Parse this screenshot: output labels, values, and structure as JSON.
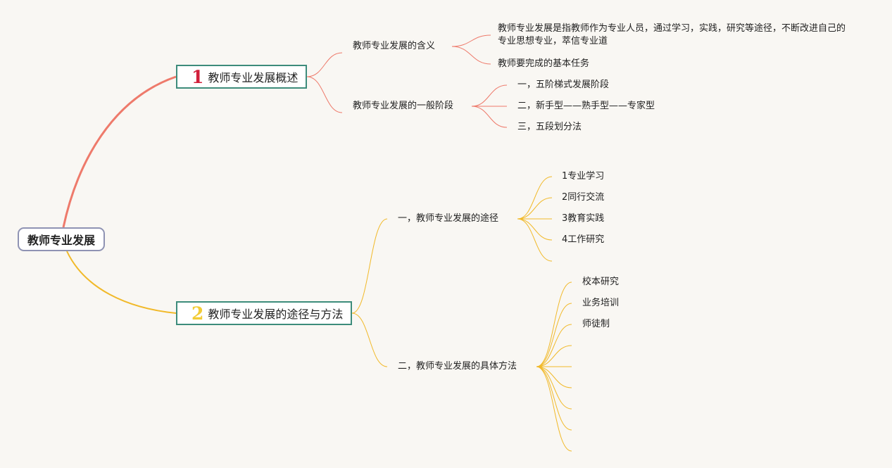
{
  "root": {
    "label": "教师专业发展"
  },
  "branches": [
    {
      "number": "1",
      "label": "教师专业发展概述",
      "color": "#ee7a6b",
      "number_color": "#d11f3a",
      "children": [
        {
          "label": "教师专业发展的含义",
          "children": [
            "教师专业发展是指教师作为专业人员，通过学习，实践，研究等途径，不断改进自己的专业思想专业，萃信专业道",
            "教师要完成的基本任务"
          ]
        },
        {
          "label": "教师专业发展的一般阶段",
          "children": [
            "一，五阶梯式发展阶段",
            "二，新手型——熟手型——专家型",
            "三，五段划分法"
          ]
        }
      ]
    },
    {
      "number": "2",
      "label": "教师专业发展的途径与方法",
      "color": "#f1b929",
      "number_color": "#f2cc36",
      "children": [
        {
          "label": "一，教师专业发展的途径",
          "children": [
            "1专业学习",
            "2同行交流",
            "3教育实践",
            "4工作研究",
            ""
          ]
        },
        {
          "label": "二，教师专业发展的具体方法",
          "children": [
            "校本研究",
            "业务培训",
            "师徒制",
            "",
            "",
            "",
            "",
            "",
            ""
          ]
        }
      ]
    }
  ]
}
